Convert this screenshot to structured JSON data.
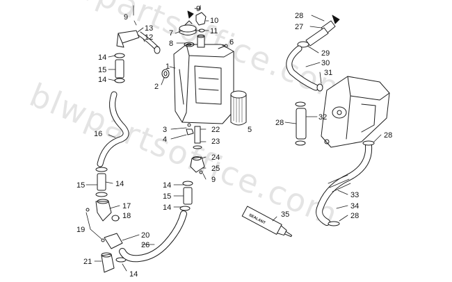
{
  "watermark": "blwpartsoffice.com",
  "sealant_label": "SEALANT",
  "callouts": [
    "9",
    "10",
    "7",
    "11",
    "8",
    "6",
    "13",
    "12",
    "9",
    "14",
    "15",
    "14",
    "1",
    "2",
    "16",
    "3",
    "22",
    "4",
    "5",
    "23",
    "24",
    "25",
    "9",
    "15",
    "14",
    "17",
    "18",
    "14",
    "15",
    "14",
    "19",
    "20",
    "26",
    "21",
    "14",
    "28",
    "27",
    "29",
    "30",
    "31",
    "28",
    "32",
    "28",
    "33",
    "34",
    "28",
    "35"
  ]
}
